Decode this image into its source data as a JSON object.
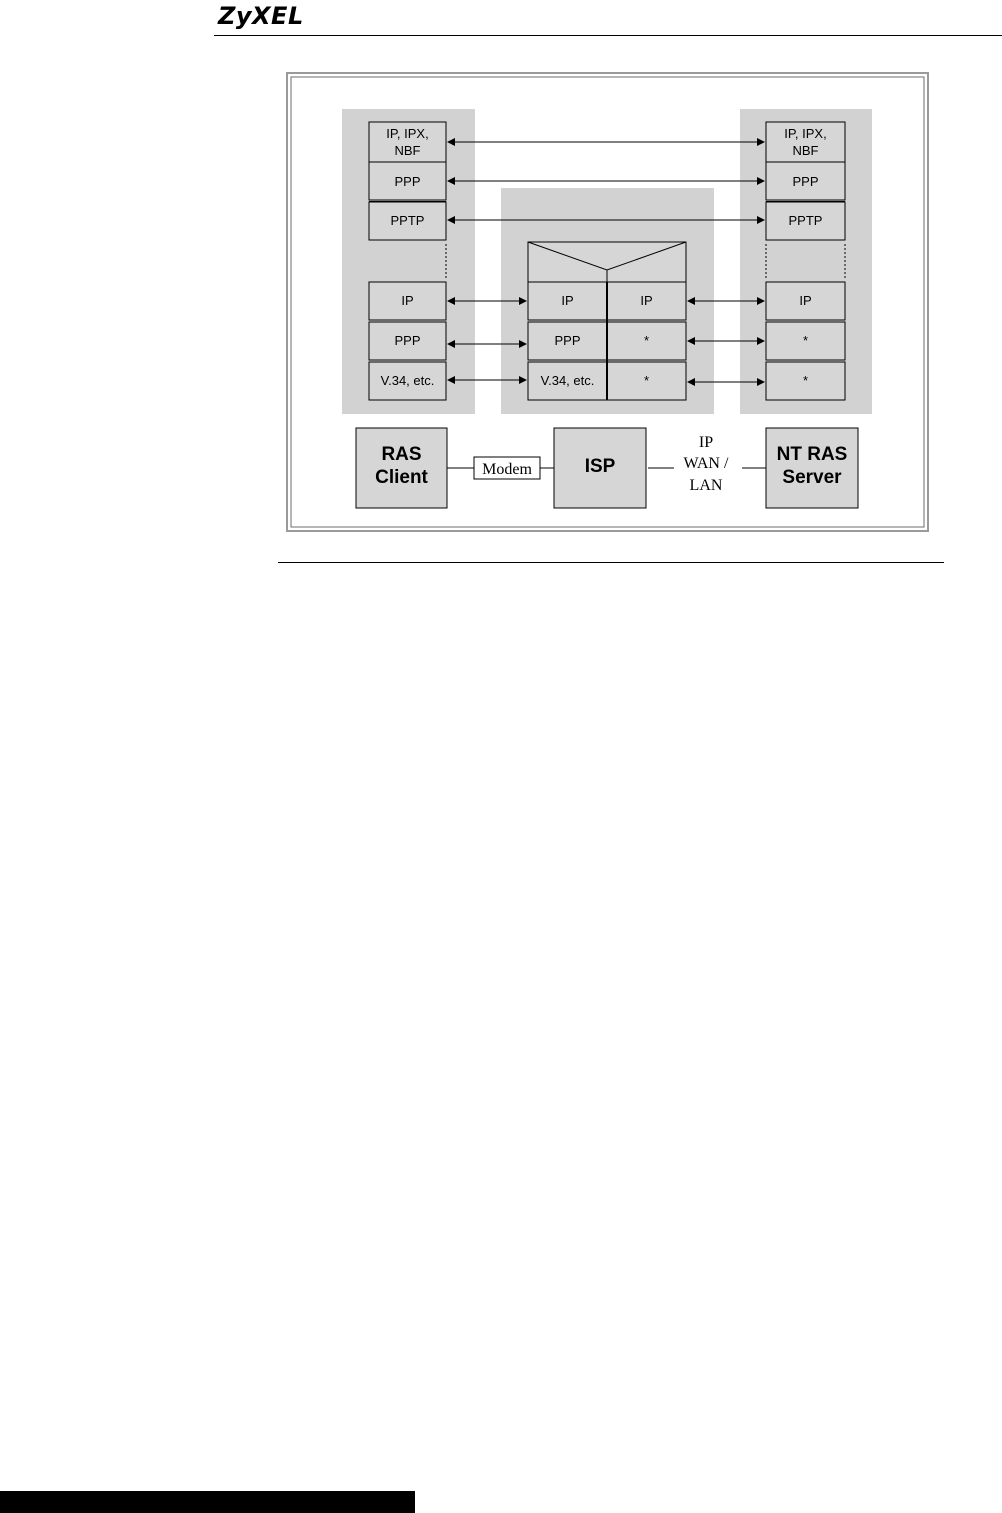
{
  "header": {
    "brand": "ZyXEL"
  },
  "diagram": {
    "colors": {
      "panel": "#d2d2d2",
      "box": "#d6d6d6",
      "frame": "#e6e6e6",
      "line": "#000000"
    },
    "left_stack": {
      "upper": [
        "IP, IPX,",
        "NBF",
        "PPP",
        "PPTP"
      ],
      "lower": [
        "IP",
        "PPP",
        "V.34, etc."
      ]
    },
    "right_stack": {
      "upper": [
        "IP, IPX,",
        "NBF",
        "PPP",
        "PPTP"
      ],
      "lower": [
        "IP",
        "*",
        "*"
      ]
    },
    "middle_stack": {
      "left": [
        "IP",
        "PPP",
        "V.34, etc."
      ],
      "right": [
        "IP",
        "*",
        "*"
      ]
    },
    "nodes": {
      "client": [
        "RAS",
        "Client"
      ],
      "modem": "Modem",
      "isp": "ISP",
      "wan": [
        "IP",
        "WAN /",
        "LAN"
      ],
      "server": [
        "NT RAS",
        "Server"
      ]
    }
  }
}
